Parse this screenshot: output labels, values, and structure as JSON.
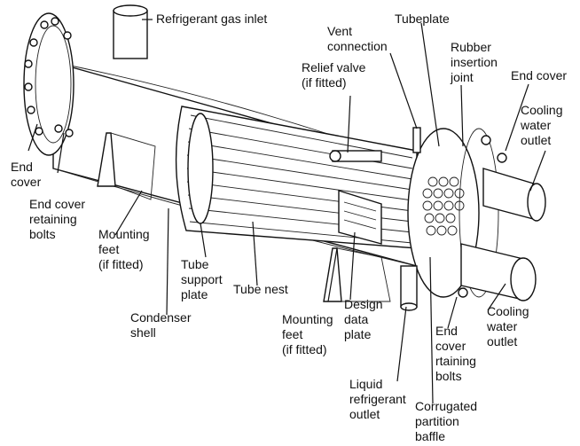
{
  "labels": {
    "refrigerant_gas_inlet": "Refrigerant gas inlet",
    "vent_connection": "Vent\nconnection",
    "tubeplate": "Tubeplate",
    "rubber_insertion_joint": "Rubber\ninsertion\njoint",
    "end_cover_right": "End cover",
    "relief_valve": "Relief valve\n(if fitted)",
    "cooling_water_outlet_top": "Cooling\nwater\noutlet",
    "end_cover_left": "End\ncover",
    "end_cover_retaining_bolts_left": "End cover\nretaining\nbolts",
    "mounting_feet_left": "Mounting\nfeet\n(if fitted)",
    "tube_support_plate": "Tube\nsupport\nplate",
    "tube_nest": "Tube nest",
    "condenser_shell": "Condenser\nshell",
    "mounting_feet_right": "Mounting\nfeet\n(if fitted)",
    "design_data_plate": "Design\ndata\nplate",
    "end_cover_retaining_bolts_right": "End\ncover\nrtaining\nbolts",
    "cooling_water_outlet_bottom": "Cooling\nwater\noutlet",
    "liquid_refrigerant_outlet": "Liquid\nrefrigerant\noutlet",
    "corrugated_partition_baffle": "Corrugated\npartition\nbaffle"
  }
}
